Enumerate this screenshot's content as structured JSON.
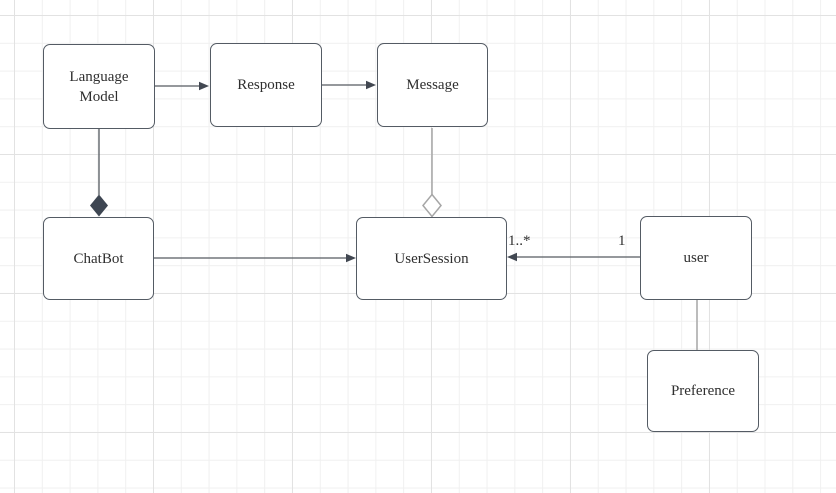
{
  "canvas": {
    "background_color": "#ffffff",
    "grid_minor_color": "#f0f0f0",
    "grid_major_color": "#e2e2e2"
  },
  "colors": {
    "node_border": "#545b64",
    "connector_dark": "#565b61",
    "connector_light": "#a6a6a6",
    "arrowhead_fill": "#414751",
    "composition_diamond_fill": "#3e4652",
    "text": "#2f2f2f"
  },
  "nodes": {
    "language_model": {
      "label": "Language Model"
    },
    "response": {
      "label": "Response"
    },
    "message": {
      "label": "Message"
    },
    "chatbot": {
      "label": "ChatBot"
    },
    "user_session": {
      "label": "UserSession"
    },
    "user": {
      "label": "user"
    },
    "preference": {
      "label": "Preference"
    }
  },
  "edges": {
    "language_model_to_response": {
      "type": "directed-arrow"
    },
    "response_to_message": {
      "type": "directed-arrow"
    },
    "language_model_to_chatbot": {
      "type": "composition-filled-diamond"
    },
    "message_to_user_session": {
      "type": "aggregation-hollow-diamond"
    },
    "chatbot_to_user_session": {
      "type": "directed-arrow"
    },
    "user_to_user_session": {
      "type": "directed-arrow",
      "target_multiplicity": "1..*",
      "source_multiplicity": "1"
    },
    "user_to_preference": {
      "type": "plain-line"
    }
  }
}
